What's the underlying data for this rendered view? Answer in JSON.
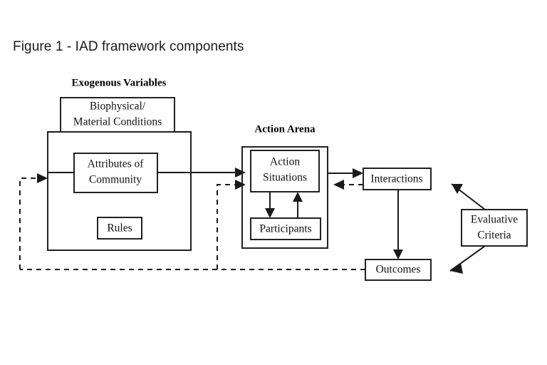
{
  "figure": {
    "title": "Figure 1 - IAD framework components",
    "background_color": "#ffffff",
    "line_color": "#1a1a1a"
  },
  "groups": {
    "exogenous": {
      "title": "Exogenous Variables",
      "boxes": {
        "biophysical": {
          "line1": "Biophysical/",
          "line2": "Material Conditions"
        },
        "attributes": {
          "line1": "Attributes of",
          "line2": "Community"
        },
        "rules": {
          "line1": "Rules"
        }
      }
    },
    "action_arena": {
      "title": "Action Arena",
      "boxes": {
        "action_situations": {
          "line1": "Action",
          "line2": "Situations"
        },
        "participants": {
          "line1": "Participants"
        }
      }
    }
  },
  "nodes": {
    "interactions": {
      "label": "Interactions"
    },
    "outcomes": {
      "label": "Outcomes"
    },
    "evaluative_criteria": {
      "line1": "Evaluative",
      "line2": "Criteria"
    }
  },
  "connections": [
    {
      "name": "exogenous-to-action-arena",
      "style": "solid",
      "from": "Exogenous Variables",
      "to": "Action Arena"
    },
    {
      "name": "action-situations-to-participants",
      "style": "solid",
      "from": "Action Situations",
      "to": "Participants"
    },
    {
      "name": "participants-to-action-situations",
      "style": "solid",
      "from": "Participants",
      "to": "Action Situations"
    },
    {
      "name": "action-arena-to-interactions",
      "style": "solid",
      "from": "Action Arena",
      "to": "Interactions"
    },
    {
      "name": "interactions-to-action-arena",
      "style": "dashed",
      "from": "Interactions",
      "to": "Action Arena"
    },
    {
      "name": "interactions-to-outcomes",
      "style": "solid",
      "from": "Interactions",
      "to": "Outcomes"
    },
    {
      "name": "evaluative-criteria-to-interactions",
      "style": "solid",
      "from": "Evaluative Criteria",
      "to": "Interactions"
    },
    {
      "name": "evaluative-criteria-to-outcomes",
      "style": "solid",
      "from": "Evaluative Criteria",
      "to": "Outcomes"
    },
    {
      "name": "outcomes-to-exogenous-feedback",
      "style": "dashed",
      "from": "Outcomes",
      "to": "Exogenous Variables"
    },
    {
      "name": "outcomes-to-action-arena-feedback",
      "style": "dashed",
      "from": "Outcomes",
      "to": "Action Arena"
    }
  ]
}
